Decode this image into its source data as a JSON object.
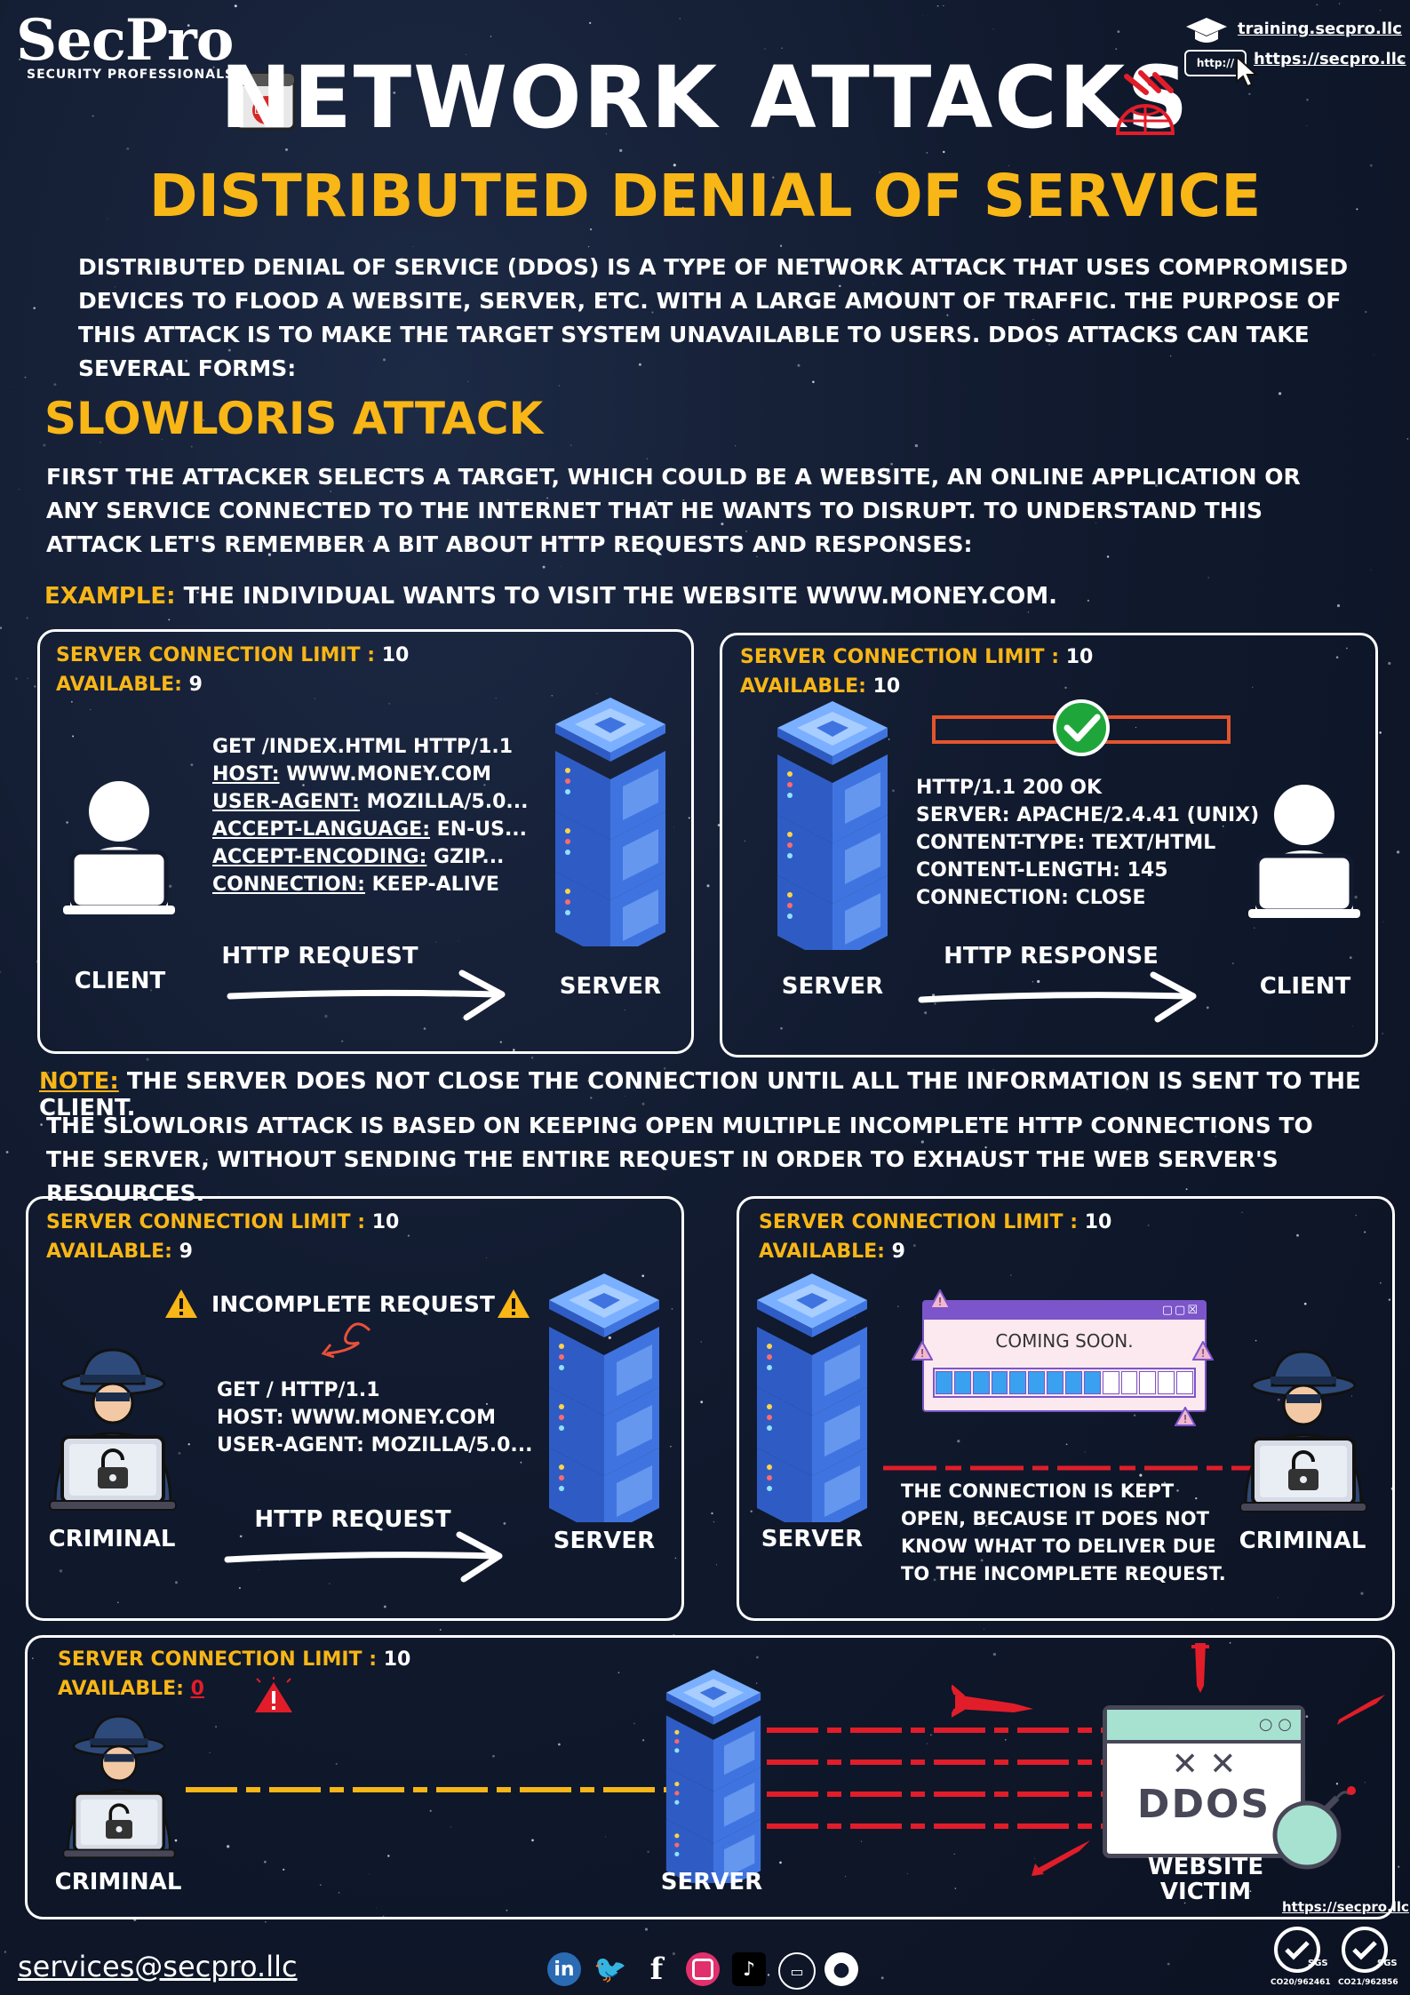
{
  "brand": {
    "logo": "SecPro",
    "logo_sub": "SECURITY PROFESSIONALS"
  },
  "links": {
    "training": "training.secpro.llc",
    "http_tag": "http://",
    "site": "https://secpro.llc",
    "footer_site": "https://secpro.llc"
  },
  "title": "NETWORK ATTACKS",
  "subtitle": "DISTRIBUTED DENIAL OF SERVICE",
  "intro": "DISTRIBUTED DENIAL OF SERVICE (DDOS) IS A TYPE OF NETWORK ATTACK THAT USES COMPROMISED DEVICES TO FLOOD A WEBSITE, SERVER, ETC. WITH A LARGE AMOUNT OF TRAFFIC. THE PURPOSE OF THIS ATTACK IS TO MAKE THE TARGET SYSTEM UNAVAILABLE TO USERS. DDOS ATTACKS CAN TAKE SEVERAL FORMS:",
  "section": "SLOWLORIS ATTACK",
  "section_text": "FIRST THE ATTACKER SELECTS A TARGET, WHICH COULD BE A WEBSITE, AN ONLINE APPLICATION OR ANY SERVICE CONNECTED TO THE INTERNET THAT HE WANTS TO DISRUPT. TO UNDERSTAND THIS ATTACK LET'S REMEMBER A BIT ABOUT HTTP REQUESTS AND RESPONSES:",
  "example": {
    "key": "EXAMPLE:",
    "text": " THE INDIVIDUAL WANTS TO VISIT THE WEBSITE WWW.MONEY.COM."
  },
  "note": {
    "key": "NOTE:",
    "text": " THE SERVER DOES NOT CLOSE THE CONNECTION UNTIL ALL THE INFORMATION IS SENT TO THE CLIENT."
  },
  "para2": "THE SLOWLORIS ATTACK IS BASED ON KEEPING OPEN MULTIPLE INCOMPLETE HTTP CONNECTIONS TO THE SERVER, WITHOUT SENDING THE ENTIRE REQUEST IN ORDER TO EXHAUST THE WEB SERVER'S RESOURCES.",
  "labels": {
    "limit": "SERVER CONNECTION LIMIT :",
    "available": "AVAILABLE:",
    "client": "CLIENT",
    "server": "SERVER",
    "criminal": "CRIMINAL",
    "http_request": "HTTP REQUEST",
    "http_response": "HTTP RESPONSE",
    "website_victim_1": "WEBSITE",
    "website_victim_2": "VICTIM"
  },
  "panels": {
    "p1": {
      "limit": "10",
      "available": "9",
      "lines": [
        {
          "key": "",
          "val": "GET /INDEX.HTML HTTP/1.1"
        },
        {
          "key": "HOST:",
          "val": " WWW.MONEY.COM"
        },
        {
          "key": "USER-AGENT:",
          "val": " MOZILLA/5.0..."
        },
        {
          "key": "ACCEPT-LANGUAGE:",
          "val": " EN-US..."
        },
        {
          "key": "ACCEPT-ENCODING:",
          "val": " GZIP..."
        },
        {
          "key": "CONNECTION:",
          "val": " KEEP-ALIVE"
        }
      ]
    },
    "p2": {
      "limit": "10",
      "available": "10",
      "lines": [
        "HTTP/1.1 200 OK",
        "SERVER: APACHE/2.4.41 (UNIX)",
        "CONTENT-TYPE: TEXT/HTML",
        "CONTENT-LENGTH: 145",
        "CONNECTION: CLOSE"
      ]
    },
    "p3": {
      "limit": "10",
      "available": "9",
      "incomplete": "INCOMPLETE REQUEST",
      "lines": [
        "GET / HTTP/1.1",
        "HOST: WWW.MONEY.COM",
        "USER-AGENT: MOZILLA/5.0..."
      ]
    },
    "p4": {
      "limit": "10",
      "available": "9",
      "coming_soon": "COMING SOON.",
      "kept_open": [
        "THE CONNECTION IS KEPT",
        "OPEN, BECAUSE IT DOES NOT",
        "KNOW WHAT TO DELIVER DUE",
        "TO THE INCOMPLETE REQUEST."
      ]
    },
    "p5": {
      "limit": "10",
      "available": "0",
      "ddos": "DDOS"
    }
  },
  "footer": {
    "email": "services@secpro.llc",
    "cert1": "CO20/962461",
    "cert2": "CO21/962856",
    "sgs": "SGS"
  },
  "social_icons": [
    "linkedin-icon",
    "twitter-icon",
    "facebook-icon",
    "instagram-icon",
    "tiktok-icon",
    "twitch-icon",
    "github-icon"
  ],
  "colors": {
    "accent": "#f8b617",
    "danger": "#e11d2a",
    "server": "#3b6fd8",
    "background": "#111a2e"
  }
}
